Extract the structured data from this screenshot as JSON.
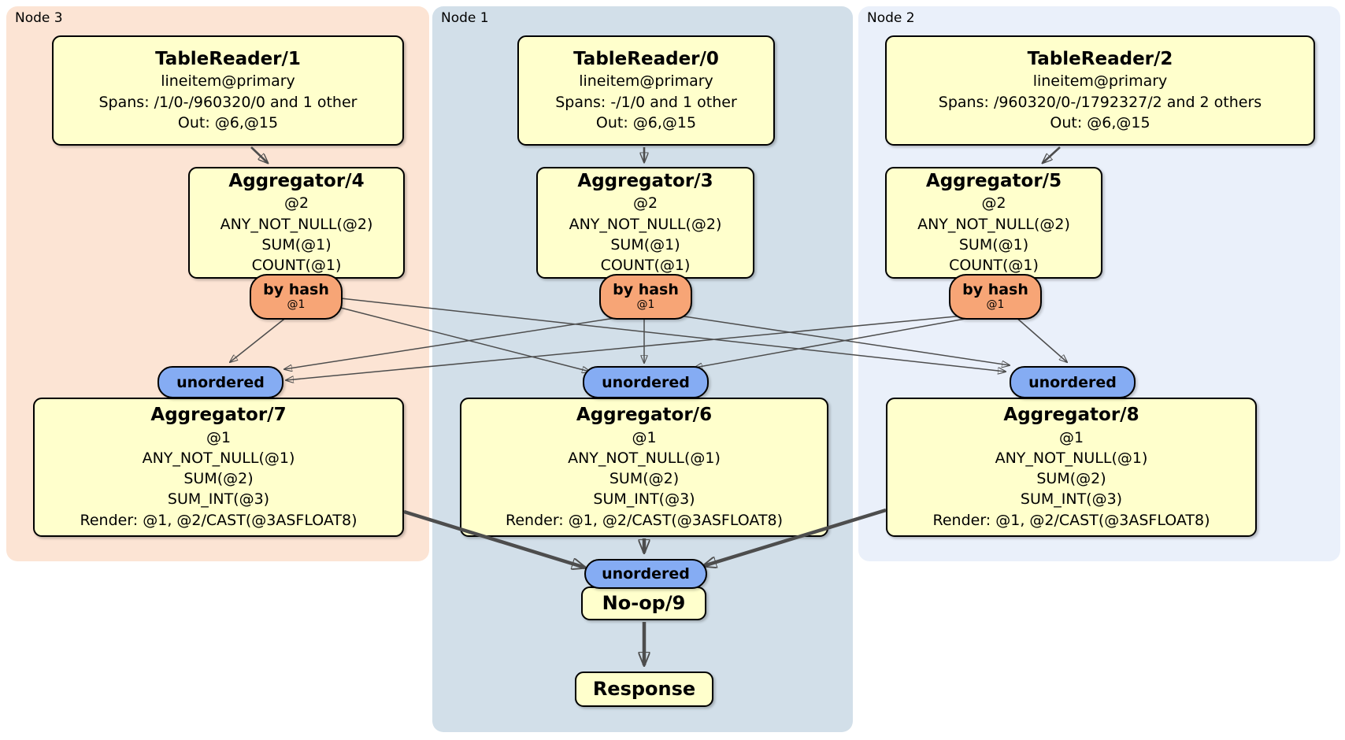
{
  "colors": {
    "region_node3_bg": "#fce4d4",
    "region_node1_bg": "#d2dfe9",
    "region_node2_bg": "#eaf0fa",
    "processor_fill": "#ffffcc",
    "router_fill": "#f7a576",
    "stream_fill": "#85acf3",
    "edge_color": "#4d4d4d"
  },
  "regions": {
    "node3": {
      "label": "Node 3"
    },
    "node1": {
      "label": "Node 1"
    },
    "node2": {
      "label": "Node 2"
    }
  },
  "processors": {
    "tr1": {
      "title": "TableReader/1",
      "lines": [
        "lineitem@primary",
        "Spans: /1/0-/960320/0 and 1 other",
        "Out: @6,@15"
      ]
    },
    "tr0": {
      "title": "TableReader/0",
      "lines": [
        "lineitem@primary",
        "Spans: -/1/0 and 1 other",
        "Out: @6,@15"
      ]
    },
    "tr2": {
      "title": "TableReader/2",
      "lines": [
        "lineitem@primary",
        "Spans: /960320/0-/1792327/2 and 2 others",
        "Out: @6,@15"
      ]
    },
    "agg4": {
      "title": "Aggregator/4",
      "lines": [
        "@2",
        "ANY_NOT_NULL(@2)",
        "SUM(@1)",
        "COUNT(@1)"
      ]
    },
    "agg3": {
      "title": "Aggregator/3",
      "lines": [
        "@2",
        "ANY_NOT_NULL(@2)",
        "SUM(@1)",
        "COUNT(@1)"
      ]
    },
    "agg5": {
      "title": "Aggregator/5",
      "lines": [
        "@2",
        "ANY_NOT_NULL(@2)",
        "SUM(@1)",
        "COUNT(@1)"
      ]
    },
    "agg7": {
      "title": "Aggregator/7",
      "lines": [
        "@1",
        "ANY_NOT_NULL(@1)",
        "SUM(@2)",
        "SUM_INT(@3)",
        "Render: @1, @2/CAST(@3ASFLOAT8)"
      ]
    },
    "agg6": {
      "title": "Aggregator/6",
      "lines": [
        "@1",
        "ANY_NOT_NULL(@1)",
        "SUM(@2)",
        "SUM_INT(@3)",
        "Render: @1, @2/CAST(@3ASFLOAT8)"
      ]
    },
    "agg8": {
      "title": "Aggregator/8",
      "lines": [
        "@1",
        "ANY_NOT_NULL(@1)",
        "SUM(@2)",
        "SUM_INT(@3)",
        "Render: @1, @2/CAST(@3ASFLOAT8)"
      ]
    },
    "noop": {
      "title": "No-op/9"
    },
    "response": {
      "title": "Response"
    }
  },
  "routers": {
    "node3": {
      "label": "by hash",
      "detail": "@1"
    },
    "node1": {
      "label": "by hash",
      "detail": "@1"
    },
    "node2": {
      "label": "by hash",
      "detail": "@1"
    }
  },
  "streams": {
    "node3": {
      "label": "unordered"
    },
    "node1": {
      "label": "unordered"
    },
    "node2": {
      "label": "unordered"
    },
    "final": {
      "label": "unordered"
    }
  }
}
